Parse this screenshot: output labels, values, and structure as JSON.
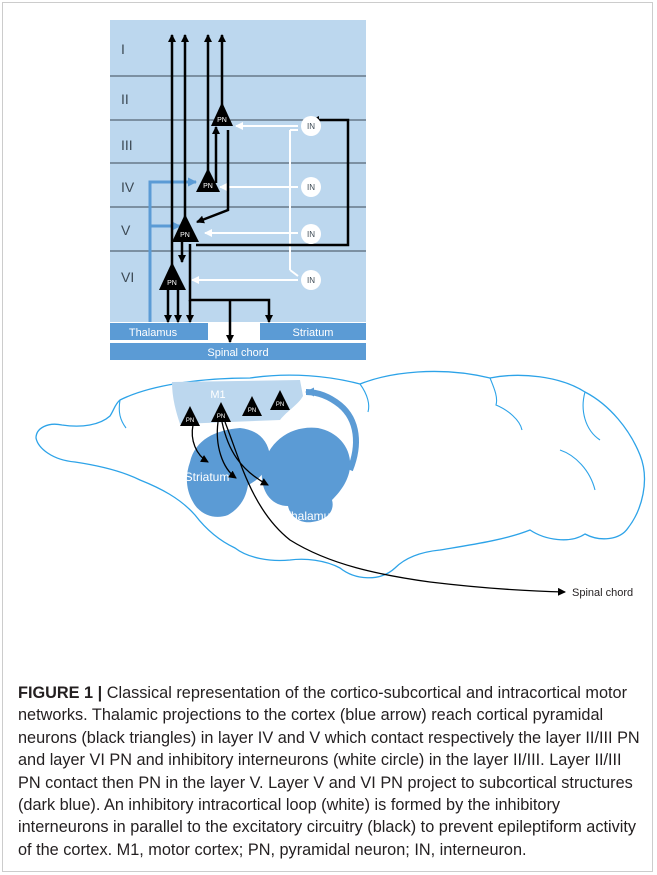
{
  "layers": {
    "labels": [
      "I",
      "II",
      "III",
      "IV",
      "V",
      "VI"
    ],
    "background_color": "#bcd7ee",
    "line_color": "#3d4a55"
  },
  "cells": {
    "pn_label": "PN",
    "in_label": "IN"
  },
  "structures": {
    "thalamus": "Thalamus",
    "striatum": "Striatum",
    "spinal_chord": "Spinal chord",
    "box_color": "#5b9bd5"
  },
  "brain": {
    "m1": "M1",
    "striatum": "Striatum",
    "thalamus": "Thalamus",
    "spinal_chord": "Spinal chord",
    "outline_color": "#2da3e8",
    "structure_color": "#5b9bd5",
    "m1_color": "#bcd7ee"
  },
  "caption": {
    "label": "FIGURE 1 |",
    "text": " Classical representation of the cortico-subcortical and intracortical motor networks. Thalamic projections to the cortex (blue arrow) reach cortical pyramidal neurons (black triangles) in layer IV and V which contact respectively the layer II/III PN and layer VI PN and inhibitory interneurons (white circle) in the layer II/III. Layer II/III PN contact then PN in the layer V. Layer V and VI PN project to subcortical structures (dark blue). An inhibitory intracortical loop (white) is formed by the inhibitory interneurons in parallel to the excitatory circuitry (black) to prevent epileptiform activity of the cortex. M1, motor cortex; PN, pyramidal neuron; IN, interneuron."
  }
}
